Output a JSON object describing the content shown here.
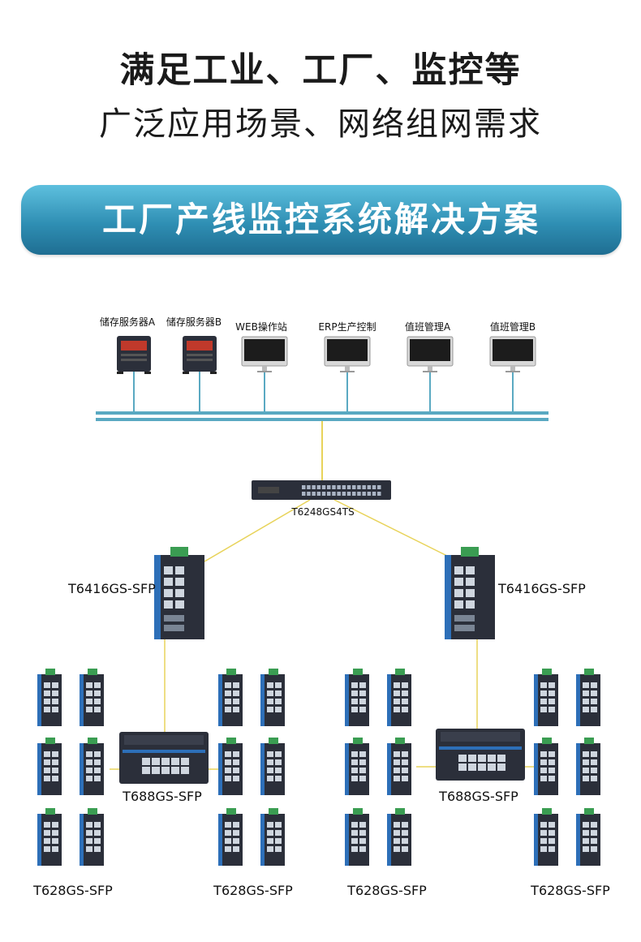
{
  "headline": {
    "line1": "满足工业、工厂、监控等",
    "line2": "广泛应用场景、网络组网需求"
  },
  "banner": {
    "title": "工厂产线监控系统解决方案"
  },
  "colors": {
    "banner_start": "#5ec0de",
    "banner_end": "#1f6e92",
    "bus": "#5aa9c2",
    "link": "#e8d35a",
    "device_body": "#2b2f3a",
    "device_accent": "#2d6fb8",
    "din_clip": "#3a9d52"
  },
  "top_devices": [
    {
      "label": "储存服务器A",
      "kind": "server"
    },
    {
      "label": "储存服务器B",
      "kind": "server"
    },
    {
      "label": "WEB操作站",
      "kind": "monitor"
    },
    {
      "label": "ERP生产控制",
      "kind": "monitor"
    },
    {
      "label": "值班管理A",
      "kind": "monitor"
    },
    {
      "label": "值班管理B",
      "kind": "monitor"
    }
  ],
  "core_switch": {
    "label": "T6248GS4TS"
  },
  "aggregation": [
    {
      "label": "T6416GS-SFP"
    },
    {
      "label": "T6416GS-SFP"
    }
  ],
  "access": [
    {
      "label": "T688GS-SFP"
    },
    {
      "label": "T688GS-SFP"
    }
  ],
  "edge_labels": [
    {
      "label": "T628GS-SFP"
    },
    {
      "label": "T628GS-SFP"
    },
    {
      "label": "T628GS-SFP"
    },
    {
      "label": "T628GS-SFP"
    }
  ]
}
